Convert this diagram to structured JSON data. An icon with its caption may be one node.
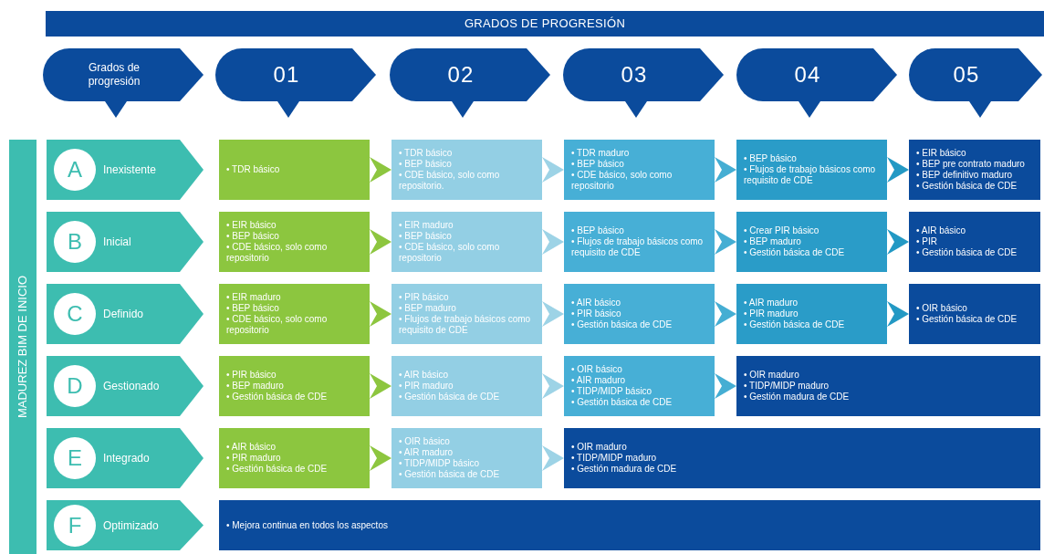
{
  "diagram": {
    "nodes": [
      {
        "text": [
          "GRADOS DE PROGRESIÓN"
        ]
      },
      {
        "text": [
          "Grados de progresión"
        ]
      },
      {
        "text": [
          "01"
        ]
      },
      {
        "text": [
          "02"
        ]
      },
      {
        "text": [
          "03"
        ]
      },
      {
        "text": [
          "04"
        ]
      },
      {
        "text": [
          "05"
        ]
      },
      {
        "text": [
          "MADUREZ BIM DE INICIO"
        ]
      },
      {
        "text": [
          "A",
          "Inexistente"
        ]
      },
      {
        "text": [
          "• TDR básico"
        ]
      },
      {
        "text": [
          "• TDR básico",
          "• BEP básico",
          "• CDE básico, solo como repositorio."
        ]
      },
      {
        "text": [
          "• TDR maduro",
          "• BEP básico",
          "• CDE básico, solo como repositorio"
        ]
      },
      {
        "text": [
          "• BEP básico",
          "• Flujos de trabajo básicos como requisito de CDE"
        ]
      },
      {
        "text": [
          "• EIR básico",
          "• BEP pre contrato maduro",
          "• BEP definitivo maduro",
          "• Gestión básica de CDE"
        ]
      },
      {
        "text": [
          "B",
          "Inicial"
        ]
      },
      {
        "text": [
          "• EIR básico",
          "• BEP básico",
          "• CDE básico, solo como repositorio"
        ]
      },
      {
        "text": [
          "• EIR maduro",
          "• BEP básico",
          "• CDE básico, solo como repositorio"
        ]
      },
      {
        "text": [
          "• BEP básico",
          "• Flujos de trabajo básicos como requisito de CDE"
        ]
      },
      {
        "text": [
          "• Crear PIR básico",
          "• BEP maduro",
          "• Gestión básica de CDE"
        ]
      },
      {
        "text": [
          "• AIR básico",
          "• PIR",
          "• Gestión básica de CDE"
        ]
      },
      {
        "text": [
          "C",
          "Definido"
        ]
      },
      {
        "text": [
          "• EIR maduro",
          "• BEP básico",
          "• CDE básico, solo como repositorio"
        ]
      },
      {
        "text": [
          "• PIR básico",
          "• BEP maduro",
          "• Flujos de trabajo básicos como requisito de CDE"
        ]
      },
      {
        "text": [
          "• AIR básico",
          "• PIR básico",
          "• Gestión básica de CDE"
        ]
      },
      {
        "text": [
          "• AIR maduro",
          "• PIR maduro",
          "• Gestión básica de CDE"
        ]
      },
      {
        "text": [
          "• OIR básico",
          "• Gestión básica de CDE"
        ]
      },
      {
        "text": [
          "D",
          "Gestionado"
        ]
      },
      {
        "text": [
          "• PIR básico",
          "• BEP maduro",
          "• Gestión básica de CDE"
        ]
      },
      {
        "text": [
          "• AIR básico",
          "• PIR maduro",
          "• Gestión básica de CDE"
        ]
      },
      {
        "text": [
          "• OIR básico",
          "• AIR maduro",
          "• TIDP/MIDP básico",
          "• Gestión básica de CDE"
        ]
      },
      {
        "text": [
          "• OIR maduro",
          "• TIDP/MIDP maduro",
          "• Gestión madura de CDE"
        ]
      },
      {
        "text": [
          "E",
          "Integrado"
        ]
      },
      {
        "text": [
          "• AIR básico",
          "• PIR maduro",
          "• Gestión básica de CDE"
        ]
      },
      {
        "text": [
          "• OIR básico",
          "• AIR maduro",
          "• TIDP/MIDP básico",
          "• Gestión básica de CDE"
        ]
      },
      {
        "text": [
          "• OIR maduro",
          "• TIDP/MIDP maduro",
          "• Gestión madura de CDE"
        ]
      },
      {
        "text": [
          "F",
          "Optimizado"
        ]
      },
      {
        "text": [
          "• Mejora continua en todos los aspectos"
        ]
      }
    ],
    "edges": [
      {
        "from": 1,
        "to": null,
        "arrow": "to",
        "color": "#0b4b9c"
      },
      {
        "from": 2,
        "to": null,
        "arrow": "to",
        "color": "#0b4b9c"
      },
      {
        "from": 3,
        "to": null,
        "arrow": "to",
        "color": "#0b4b9c"
      },
      {
        "from": 4,
        "to": null,
        "arrow": "to",
        "color": "#0b4b9c"
      },
      {
        "from": 5,
        "to": null,
        "arrow": "to",
        "color": "#0b4b9c"
      },
      {
        "from": 6,
        "to": null,
        "arrow": "to",
        "color": "#0b4b9c"
      },
      {
        "from": 9,
        "to": 10,
        "arrow": "to",
        "color": "#8dc63f"
      },
      {
        "from": 10,
        "to": 11,
        "arrow": "to",
        "color": "#9dd3e6"
      },
      {
        "from": 11,
        "to": 12,
        "arrow": "to",
        "color": "#45aed3"
      },
      {
        "from": 12,
        "to": 13,
        "arrow": "to",
        "color": "#2399c4"
      },
      {
        "from": 15,
        "to": 16,
        "arrow": "to",
        "color": "#8dc63f"
      },
      {
        "from": 16,
        "to": 17,
        "arrow": "to",
        "color": "#9dd3e6"
      },
      {
        "from": 17,
        "to": 18,
        "arrow": "to",
        "color": "#45aed3"
      },
      {
        "from": 18,
        "to": 19,
        "arrow": "to",
        "color": "#2399c4"
      },
      {
        "from": 21,
        "to": 22,
        "arrow": "to",
        "color": "#8dc63f"
      },
      {
        "from": 22,
        "to": 23,
        "arrow": "to",
        "color": "#9dd3e6"
      },
      {
        "from": 23,
        "to": 24,
        "arrow": "to",
        "color": "#45aed3"
      },
      {
        "from": 24,
        "to": 25,
        "arrow": "to",
        "color": "#2399c4"
      },
      {
        "from": 27,
        "to": 28,
        "arrow": "to",
        "color": "#8dc63f"
      },
      {
        "from": 28,
        "to": 29,
        "arrow": "to",
        "color": "#9dd3e6"
      },
      {
        "from": 29,
        "to": 30,
        "arrow": "to",
        "color": "#45aed3"
      },
      {
        "from": 32,
        "to": 33,
        "arrow": "to",
        "color": "#8dc63f"
      },
      {
        "from": 33,
        "to": 34,
        "arrow": "to",
        "color": "#9dd3e6"
      }
    ]
  }
}
